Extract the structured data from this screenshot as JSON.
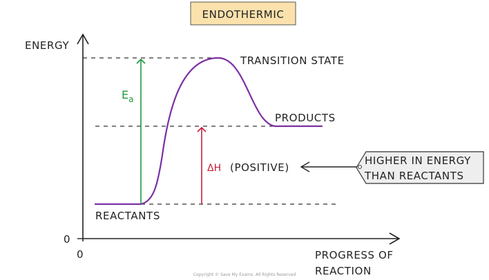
{
  "title": "ENDOTHERMIC",
  "axes": {
    "y_label": "ENERGY",
    "x_label_line1": "PROGRESS OF",
    "x_label_line2": "REACTION",
    "y_zero": "0",
    "x_zero": "0"
  },
  "labels": {
    "transition_state": "TRANSITION STATE",
    "products": "PRODUCTS",
    "reactants": "REACTANTS",
    "activation_energy_main": "E",
    "activation_energy_sub": "a",
    "enthalpy_symbol": "ΔH",
    "enthalpy_note": "(POSITIVE)"
  },
  "callout": {
    "line1": "HIGHER IN ENERGY",
    "line2": "THAN REACTANTS"
  },
  "copyright": "Copyright © Save My Exams. All Rights Reserved",
  "colors": {
    "title_box_fill": "#fbe1ac",
    "curve": "#7c2fa3",
    "activation_arrow": "#1e9a3c",
    "enthalpy_arrow": "#c41e3a",
    "callout_fill": "#eeeeee",
    "axis": "#222222"
  }
}
